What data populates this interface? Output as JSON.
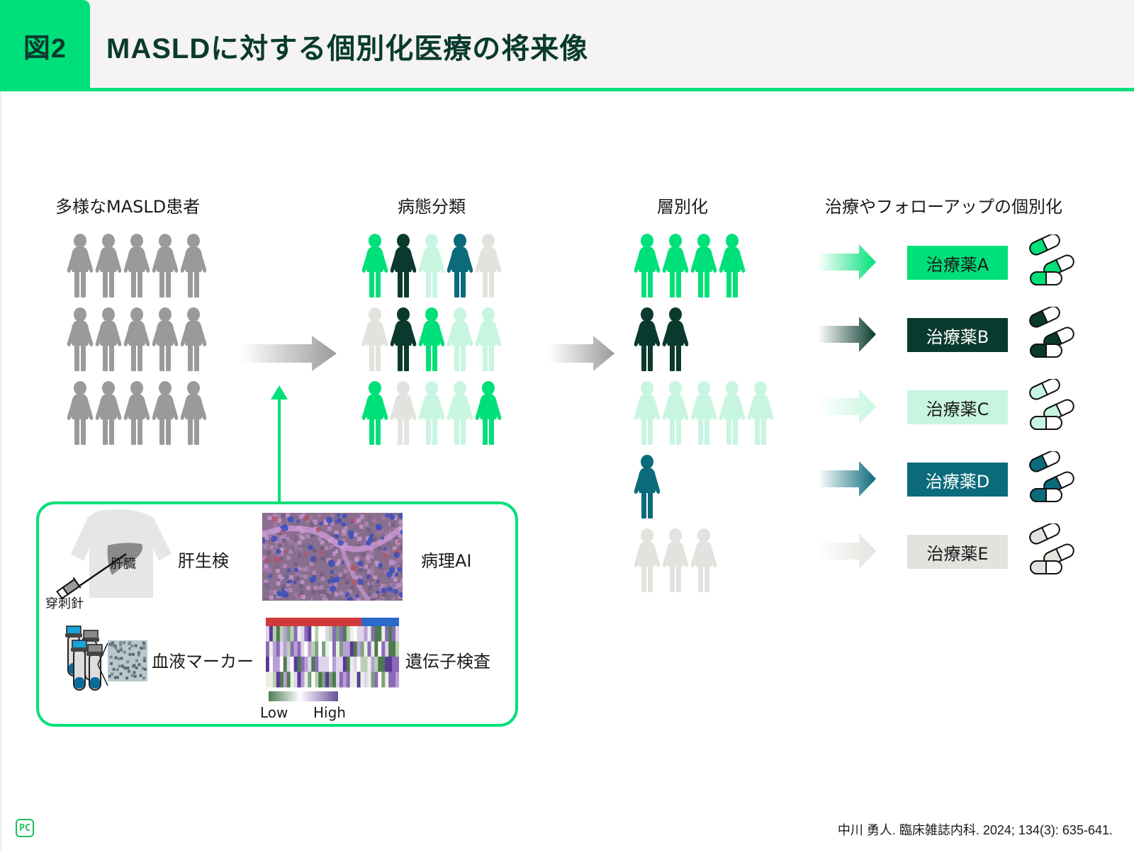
{
  "header": {
    "figure_number": "図2",
    "title": "MASLDに対する個別化医療の将来像"
  },
  "colors": {
    "accent_green": "#00e07a",
    "dark_green": "#0a3a2e",
    "light_mint": "#c8f5e0",
    "teal": "#0b6b7a",
    "light_gray": "#e3e2de",
    "mid_gray": "#9a9a9a"
  },
  "columns": [
    {
      "label": "多様なMASLD患者"
    },
    {
      "label": "病態分類"
    },
    {
      "label": "層別化"
    },
    {
      "label": "治療やフォローアップの個別化"
    }
  ],
  "patients": {
    "rows": [
      [
        "gray",
        "gray",
        "gray",
        "gray",
        "gray"
      ],
      [
        "gray",
        "gray",
        "gray",
        "gray",
        "gray"
      ],
      [
        "gray",
        "gray",
        "gray",
        "gray",
        "gray"
      ]
    ]
  },
  "classification": {
    "rows": [
      [
        "green",
        "dark",
        "mint",
        "teal",
        "lightgray"
      ],
      [
        "lightgray",
        "dark",
        "green",
        "mint",
        "mint"
      ],
      [
        "green",
        "lightgray",
        "mint",
        "mint",
        "green"
      ]
    ]
  },
  "stratification": {
    "groups": [
      {
        "color": "green",
        "count": 4
      },
      {
        "color": "dark",
        "count": 2
      },
      {
        "color": "mint",
        "count": 5
      },
      {
        "color": "teal",
        "count": 1
      },
      {
        "color": "lightgray",
        "count": 3
      }
    ]
  },
  "treatments": [
    {
      "label": "治療薬A",
      "color": "green"
    },
    {
      "label": "治療薬B",
      "color": "dark"
    },
    {
      "label": "治療薬C",
      "color": "mint"
    },
    {
      "label": "治療薬D",
      "color": "teal"
    },
    {
      "label": "治療薬E",
      "color": "lightgray"
    }
  ],
  "methods": {
    "biopsy_label": "肝生検",
    "liver_label": "肝臓",
    "needle_label": "穿刺針",
    "pathology_ai_label": "病理AI",
    "blood_marker_label": "血液マーカー",
    "genetic_test_label": "遺伝子検査",
    "scale_low": "Low",
    "scale_high": "High"
  },
  "footer": {
    "logo_text": "PC",
    "citation": "中川 勇人. 臨床雑誌内科. 2024; 134(3): 635-641."
  }
}
